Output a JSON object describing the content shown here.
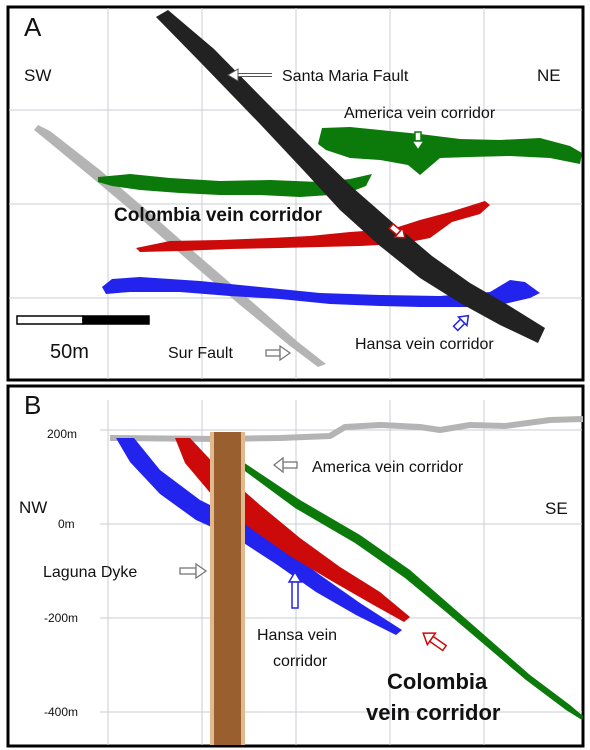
{
  "panel_a": {
    "letter": "A",
    "dir_left": "SW",
    "dir_right": "NE",
    "santa_maria_fault": "Santa Maria Fault",
    "america_vein": "America vein corridor",
    "colombia_vein": "Colombia vein corridor",
    "hansa_vein": "Hansa vein corridor",
    "sur_fault": "Sur Fault",
    "scale_label": "50m"
  },
  "panel_b": {
    "letter": "B",
    "dir_left": "NW",
    "dir_right": "SE",
    "depth_ticks": [
      "200m",
      "0m",
      "-200m",
      "-400m"
    ],
    "america_vein": "America vein corridor",
    "laguna_dyke": "Laguna Dyke",
    "hansa_line1": "Hansa vein",
    "hansa_line2": "corridor",
    "colombia_line1": "Colombia",
    "colombia_line2": "vein corridor"
  },
  "colors": {
    "america_green": "#0b7a0b",
    "colombia_red": "#cc0a0a",
    "hansa_blue": "#2323ee",
    "fault_black": "#222222",
    "sur_fault_gray": "#b4b4b4",
    "dyke_brown": "#9a5f2f",
    "grid": "#c8ccd4"
  }
}
